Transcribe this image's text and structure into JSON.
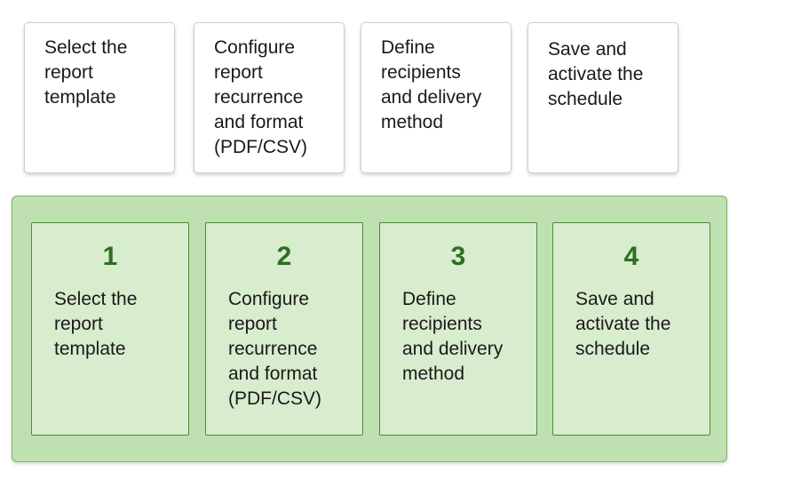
{
  "source_steps": [
    {
      "label": "Select the\nreport\ntemplate"
    },
    {
      "label": "Configure\nreport\nrecurrence\nand format\n(PDF/CSV)"
    },
    {
      "label": "Define\nrecipients\nand delivery\nmethod"
    },
    {
      "label": "Save and\nactivate the\nschedule"
    }
  ],
  "ordered_steps": [
    {
      "number": "1",
      "label": "Select the\nreport\ntemplate"
    },
    {
      "number": "2",
      "label": "Configure\nreport\nrecurrence\nand format\n(PDF/CSV)"
    },
    {
      "number": "3",
      "label": "Define\nrecipients\nand delivery\nmethod"
    },
    {
      "number": "4",
      "label": "Save and\nactivate the\nschedule"
    }
  ],
  "colors": {
    "panel_background": "#bfe0b0",
    "slot_background": "#d8ecce",
    "slot_border": "#4d8a3a",
    "step_number": "#2f6e22"
  }
}
